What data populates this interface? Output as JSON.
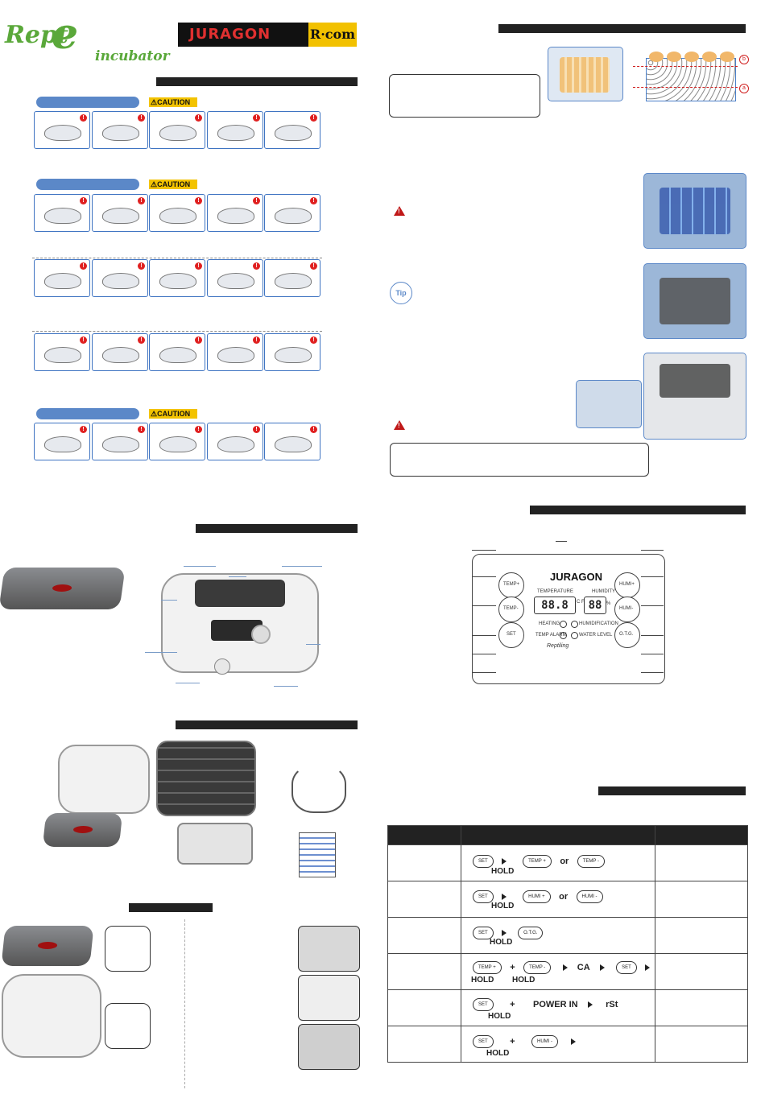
{
  "logo": {
    "rept": "Rept",
    "e": "e",
    "incubator": "incubator"
  },
  "banner": {
    "brand": "JURAGON",
    "rcom": "R·com"
  },
  "caution": {
    "label": "⚠CAUTION"
  },
  "control_panel": {
    "brand": "JURAGON",
    "temperature_label": "TEMPERATURE",
    "humidity_label": "HUMIDITY",
    "temp_display": "88.8",
    "temp_units": "C F",
    "humi_display": "88",
    "humi_unit": "%",
    "leds": {
      "heating": "HEATING",
      "temp_alarm": "TEMP ALARM",
      "humidification": "HUMIDIFICATION",
      "water_level": "WATER LEVEL"
    },
    "buttons": {
      "temp_plus": "TEMP+",
      "temp_minus": "TEMP-",
      "humi_plus": "HUMI+",
      "humi_minus": "HUMI-",
      "set": "SET",
      "otg": "O.T.G."
    },
    "sub_brand": "Reptiling"
  },
  "egg_diagram": {
    "marker_b": "b",
    "marker_a": "a"
  },
  "tip_label": "Tip",
  "table": {
    "rows": [
      {
        "keys": [
          "SET",
          "TEMP +",
          "TEMP -"
        ],
        "words": [
          "HOLD",
          "or"
        ]
      },
      {
        "keys": [
          "SET",
          "HUMI +",
          "HUMI -"
        ],
        "words": [
          "HOLD",
          "or"
        ]
      },
      {
        "keys": [
          "SET",
          "O.T.G."
        ],
        "words": [
          "HOLD"
        ]
      },
      {
        "keys": [
          "TEMP +",
          "TEMP -",
          "SET"
        ],
        "words": [
          "HOLD",
          "HOLD",
          "CA",
          "+"
        ]
      },
      {
        "keys": [
          "SET"
        ],
        "words": [
          "HOLD",
          "POWER IN",
          "rSt",
          "+"
        ]
      },
      {
        "keys": [
          "SET",
          "HUMI -"
        ],
        "words": [
          "HOLD",
          "+"
        ]
      }
    ]
  },
  "colors": {
    "accent": "#5b88c8",
    "caution": "#f3c300",
    "alert": "#e02020",
    "bar": "#222222",
    "logo_green": "#5aa83a"
  }
}
